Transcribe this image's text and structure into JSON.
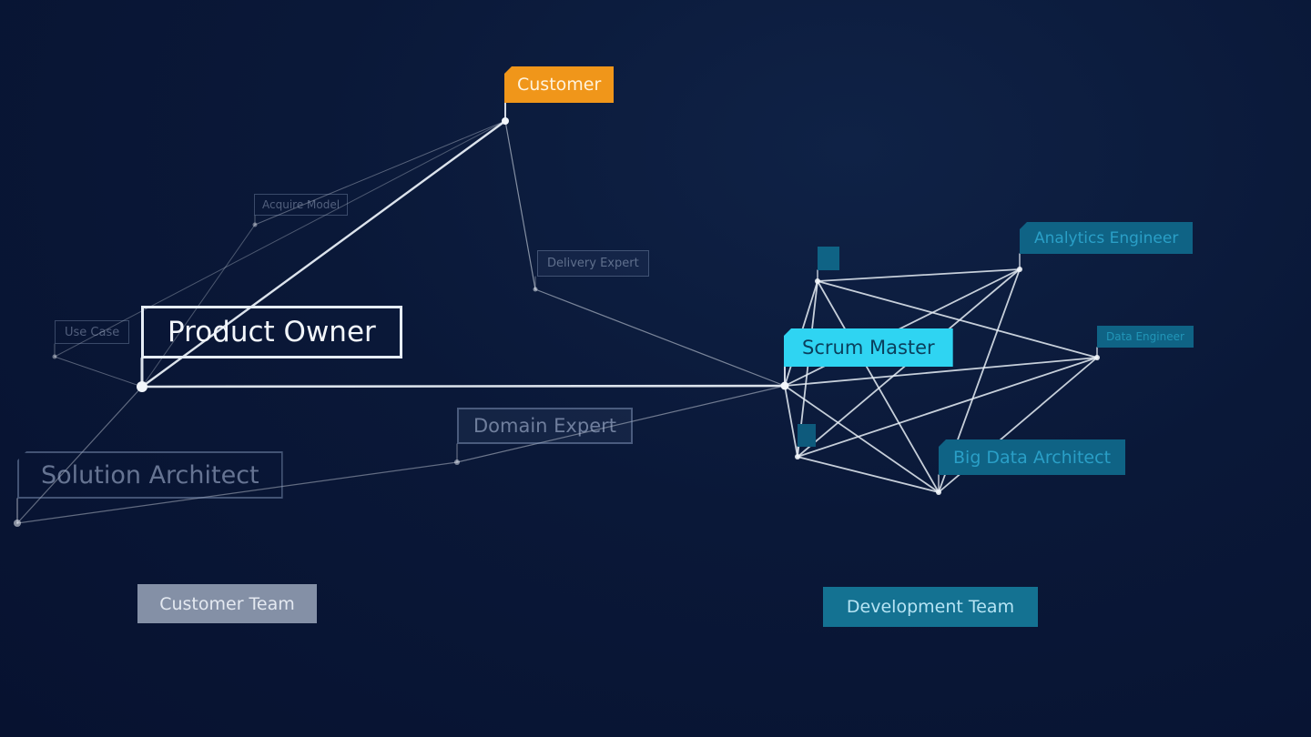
{
  "nodes": {
    "customer": {
      "label": "Customer"
    },
    "acquire": {
      "label": "Acquire Model"
    },
    "use_case": {
      "label": "Use Case"
    },
    "delivery_expert": {
      "label": "Delivery Expert"
    },
    "product_owner": {
      "label": "Product Owner"
    },
    "domain_expert": {
      "label": "Domain Expert"
    },
    "solution_architect": {
      "label": "Solution Architect"
    },
    "scrum_master": {
      "label": "Scrum Master"
    },
    "dev_a": {
      "label": ""
    },
    "analytics_engineer": {
      "label": "Analytics Engineer"
    },
    "data_engineer": {
      "label": "Data Engineer"
    },
    "dev_b": {
      "label": ""
    },
    "big_data_architect": {
      "label": "Big Data Architect"
    }
  },
  "teams": {
    "customer_team": "Customer Team",
    "development_team": "Development Team"
  },
  "colors": {
    "background": "#0a1838",
    "customer_accent": "#f0961a",
    "scrum_master_accent": "#2fd4f2",
    "dev_node_fill": "#0f6385",
    "customer_team_fill": "#8490a6",
    "development_team_fill": "#147292",
    "link_color": "#e8eef6"
  }
}
